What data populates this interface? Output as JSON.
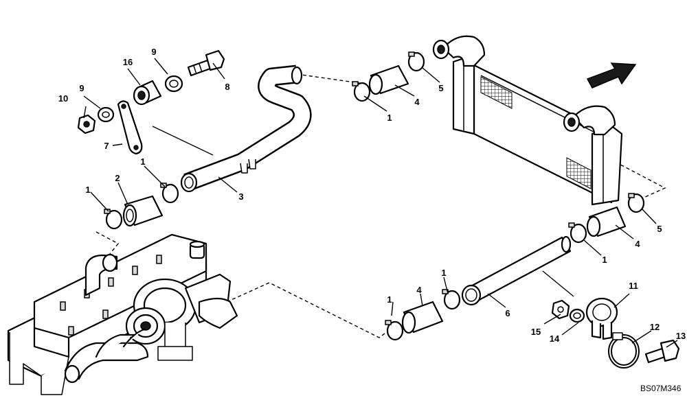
{
  "diagram_code": "BS07M346",
  "callouts": {
    "c1a": "1",
    "c1b": "1",
    "c1c": "1",
    "c1d": "1",
    "c1e": "1",
    "c1f": "1",
    "c2": "2",
    "c3": "3",
    "c4a": "4",
    "c4b": "4",
    "c4c": "4",
    "c5a": "5",
    "c5b": "5",
    "c6": "6",
    "c7": "7",
    "c8": "8",
    "c9a": "9",
    "c9b": "9",
    "c10": "10",
    "c11": "11",
    "c12": "12",
    "c13": "13",
    "c14": "14",
    "c15": "15",
    "c16": "16"
  }
}
